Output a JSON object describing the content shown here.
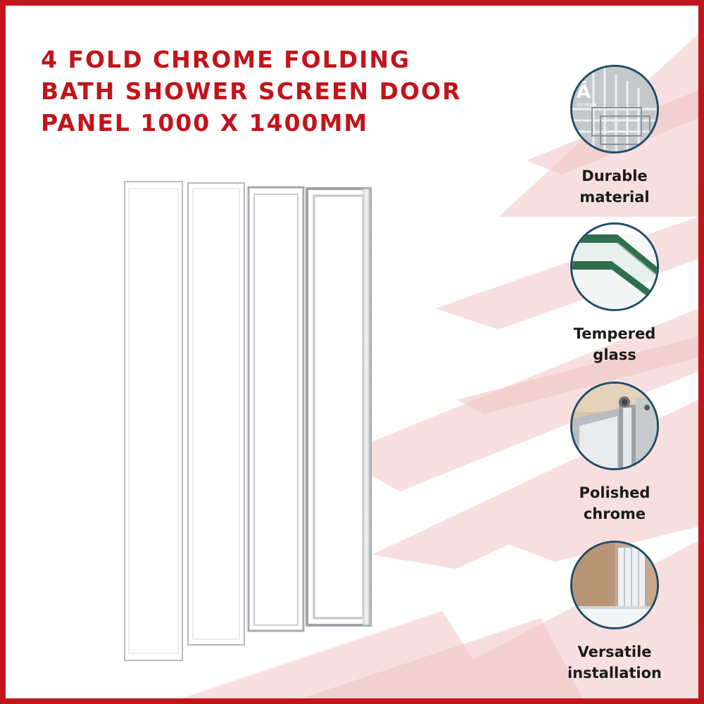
{
  "title": {
    "line1": "4 FOLD CHROME FOLDING",
    "line2": "BATH SHOWER SCREEN DOOR",
    "line3": "PANEL 1000 X 1400MM"
  },
  "features": [
    {
      "icon": "glass-edge-mark-icon",
      "line1": "Durable",
      "line2": "material"
    },
    {
      "icon": "tempered-glass-layers-icon",
      "line1": "Tempered",
      "line2": "glass"
    },
    {
      "icon": "chrome-hinge-icon",
      "line1": "Polished",
      "line2": "chrome"
    },
    {
      "icon": "bathroom-installation-icon",
      "line1": "Versatile",
      "line2": "installation"
    }
  ],
  "badge_mark_text": "AS-Mark",
  "colors": {
    "brand_red": "#c0151b",
    "badge_border": "#1e4d68",
    "background_shapes": "#f6d4d4",
    "text": "#1a1a1a"
  }
}
